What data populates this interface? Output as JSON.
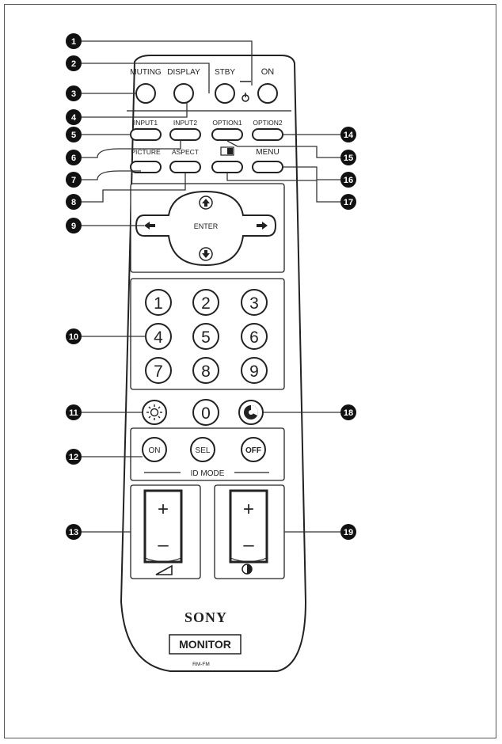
{
  "remote": {
    "brand": "SONY",
    "model_plate": "MONITOR",
    "model_code": "RM-FM",
    "top_buttons": {
      "muting": "MUTING",
      "display": "DISPLAY",
      "standby": "STBY",
      "on": "ON"
    },
    "input_row": [
      "INPUT1",
      "INPUT2",
      "OPTION1",
      "OPTION2"
    ],
    "picture_row": [
      "PICTURE",
      "ASPECT",
      "",
      "MENU"
    ],
    "enter_label": "ENTER",
    "numbers": [
      "1",
      "2",
      "3",
      "4",
      "5",
      "6",
      "7",
      "8",
      "9",
      "0"
    ],
    "id_mode": {
      "on": "ON",
      "sel": "SEL",
      "off": "OFF",
      "label": "ID MODE"
    },
    "volume": {
      "plus": "+",
      "minus": "–"
    },
    "contrast": {
      "plus": "+",
      "minus": "–"
    }
  },
  "callouts": [
    "1",
    "2",
    "3",
    "4",
    "5",
    "6",
    "7",
    "8",
    "9",
    "10",
    "11",
    "12",
    "13",
    "14",
    "15",
    "16",
    "17",
    "18",
    "19"
  ],
  "colors": {
    "ink": "#222222",
    "callout": "#111111",
    "frame": "#555555"
  }
}
